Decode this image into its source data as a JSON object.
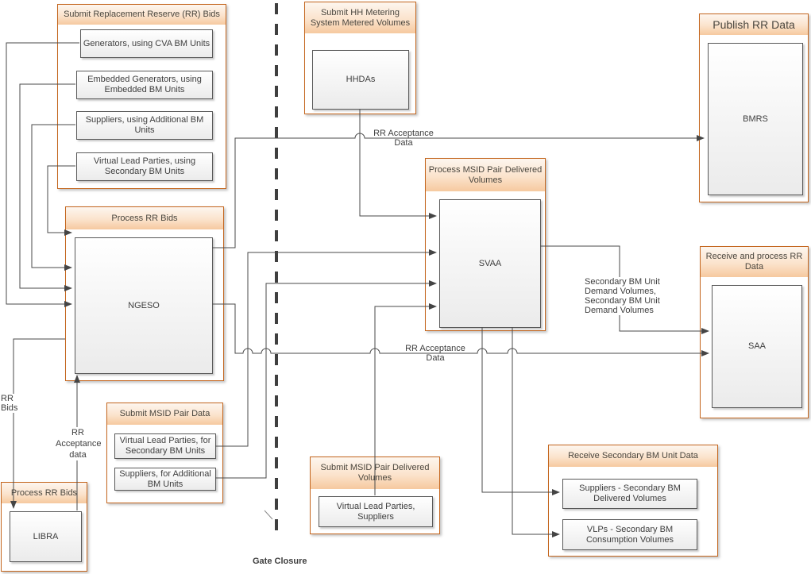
{
  "diagram": {
    "groups": {
      "submit_rr_bids": {
        "title": "Submit Replacement Reserve (RR) Bids",
        "nodes": [
          "Generators, using CVA BM Units",
          "Embedded Generators, using Embedded BM Units",
          "Suppliers, using Additional BM Units",
          "Virtual Lead Parties, using Secondary BM Units"
        ]
      },
      "process_rr_bids_ngeso": {
        "title": "Process RR Bids",
        "nodes": [
          "NGESO"
        ]
      },
      "submit_hh_metering": {
        "title": "Submit HH Metering\nSystem Metered Volumes",
        "nodes": [
          "HHDAs"
        ]
      },
      "process_msid_pair_delivered": {
        "title": "Process MSID Pair Delivered\nVolumes",
        "nodes": [
          "SVAA"
        ]
      },
      "publish_rr_data": {
        "title": "Publish RR Data",
        "nodes": [
          "BMRS"
        ]
      },
      "receive_process_rr_data": {
        "title": "Receive and process  RR\nData",
        "nodes": [
          "SAA"
        ]
      },
      "process_rr_bids_libra": {
        "title": "Process RR Bids",
        "nodes": [
          "LIBRA"
        ]
      },
      "submit_msid_pair_data": {
        "title": "Submit MSID Pair Data",
        "nodes": [
          "Virtual Lead Parties, for Secondary BM Units",
          "Suppliers, for Additional BM Units"
        ]
      },
      "submit_msid_pair_delivered": {
        "title": "Submit MSID Pair Delivered\nVolumes",
        "nodes": [
          "Virtual Lead Parties, Suppliers"
        ]
      },
      "receive_secondary_bm_unit_data": {
        "title": "Receive Secondary BM Unit Data",
        "nodes": [
          "Suppliers - Secondary BM Delivered\nVolumes",
          "VLPs - Secondary BM Consumption\nVolumes"
        ]
      }
    },
    "edge_labels": {
      "rr_acceptance_top": "RR Acceptance\nData",
      "rr_acceptance_mid": "RR Acceptance\nData",
      "secondary_bm_demand": "Secondary BM Unit\nDemand Volumes,\nSecondary BM Unit\nDemand Volumes",
      "rr_bids": "RR Bids",
      "rr_acceptance_left": "RR\nAcceptance\ndata",
      "gate_closure": "Gate Closure"
    },
    "colors": {
      "container_border": "#C4661E",
      "header_fill": "#F6C99F",
      "node_border": "#595959",
      "node_fill": "#EBEBEB",
      "connector": "#4A4A4A",
      "text": "#3E3E3E"
    }
  }
}
